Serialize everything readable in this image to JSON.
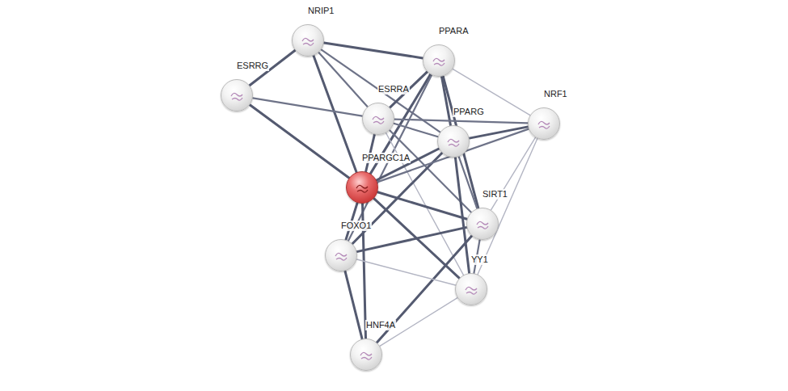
{
  "diagram": {
    "nodes": [
      {
        "text": [
          "NRIP1"
        ]
      },
      {
        "text": [
          "PPARA"
        ]
      },
      {
        "text": [
          "ESRRG"
        ]
      },
      {
        "text": [
          "ESRRA"
        ]
      },
      {
        "text": [
          "NRF1"
        ]
      },
      {
        "text": [
          "PPARG"
        ]
      },
      {
        "text": [
          "PPARGC1A"
        ]
      },
      {
        "text": [
          "SIRT1"
        ]
      },
      {
        "text": [
          "FOXO1"
        ]
      },
      {
        "text": [
          "YY1"
        ]
      },
      {
        "text": [
          "HNF4A"
        ]
      }
    ],
    "edges": [
      {
        "from": 0,
        "to": 2,
        "arrow": "none"
      },
      {
        "from": 0,
        "to": 1,
        "arrow": "none"
      },
      {
        "from": 0,
        "to": 6,
        "arrow": "none"
      },
      {
        "from": 0,
        "to": 3,
        "arrow": "none"
      },
      {
        "from": 0,
        "to": 5,
        "arrow": "none"
      },
      {
        "from": 2,
        "to": 6,
        "arrow": "none"
      },
      {
        "from": 2,
        "to": 3,
        "arrow": "none"
      },
      {
        "from": 1,
        "to": 6,
        "arrow": "none"
      },
      {
        "from": 1,
        "to": 3,
        "arrow": "none"
      },
      {
        "from": 1,
        "to": 5,
        "arrow": "none"
      },
      {
        "from": 1,
        "to": 7,
        "arrow": "none"
      },
      {
        "from": 1,
        "to": 4,
        "arrow": "none"
      },
      {
        "from": 1,
        "to": 8,
        "arrow": "none"
      },
      {
        "from": 3,
        "to": 6,
        "arrow": "none"
      },
      {
        "from": 3,
        "to": 4,
        "arrow": "none"
      },
      {
        "from": 3,
        "to": 5,
        "arrow": "none"
      },
      {
        "from": 3,
        "to": 7,
        "arrow": "none"
      },
      {
        "from": 3,
        "to": 9,
        "arrow": "none"
      },
      {
        "from": 5,
        "to": 6,
        "arrow": "none"
      },
      {
        "from": 5,
        "to": 4,
        "arrow": "none"
      },
      {
        "from": 5,
        "to": 7,
        "arrow": "none"
      },
      {
        "from": 5,
        "to": 9,
        "arrow": "none"
      },
      {
        "from": 5,
        "to": 8,
        "arrow": "none"
      },
      {
        "from": 4,
        "to": 6,
        "arrow": "none"
      },
      {
        "from": 4,
        "to": 7,
        "arrow": "none"
      },
      {
        "from": 4,
        "to": 9,
        "arrow": "none"
      },
      {
        "from": 6,
        "to": 7,
        "arrow": "none"
      },
      {
        "from": 6,
        "to": 8,
        "arrow": "none"
      },
      {
        "from": 6,
        "to": 9,
        "arrow": "none"
      },
      {
        "from": 6,
        "to": 10,
        "arrow": "none"
      },
      {
        "from": 7,
        "to": 8,
        "arrow": "none"
      },
      {
        "from": 7,
        "to": 9,
        "arrow": "none"
      },
      {
        "from": 7,
        "to": 10,
        "arrow": "none"
      },
      {
        "from": 8,
        "to": 9,
        "arrow": "none"
      },
      {
        "from": 8,
        "to": 10,
        "arrow": "none"
      },
      {
        "from": 9,
        "to": 10,
        "arrow": "none"
      }
    ]
  }
}
